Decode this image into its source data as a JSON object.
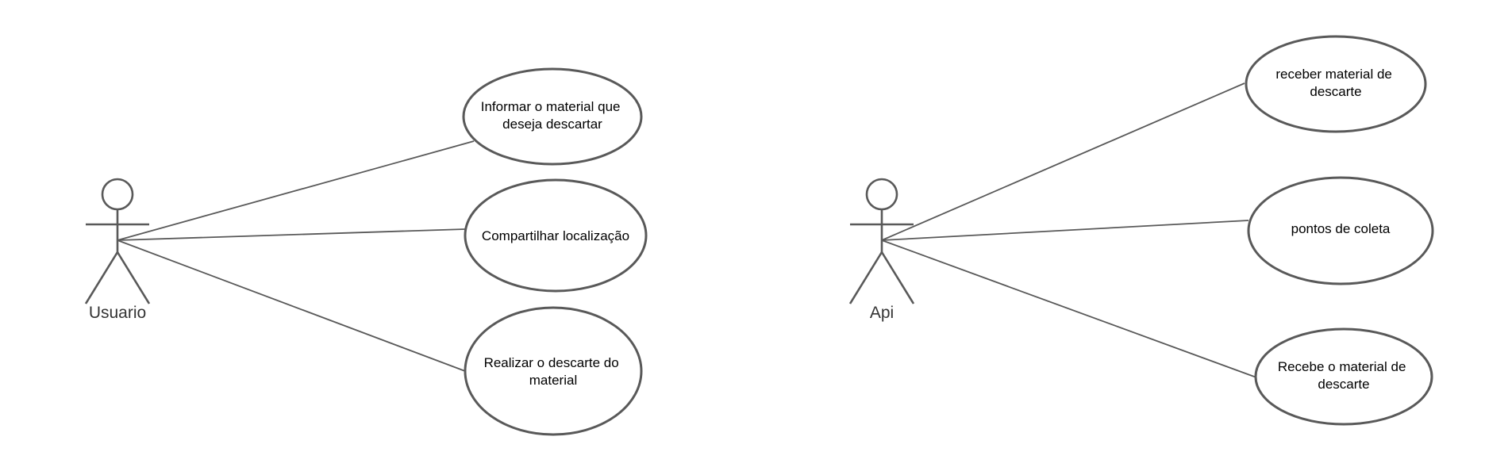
{
  "actors": [
    {
      "label": "Usuario",
      "use_cases": [
        [
          "Informar o material que",
          "deseja descartar"
        ],
        [
          "Compartilhar localização"
        ],
        [
          "Realizar o descarte do",
          "material"
        ]
      ]
    },
    {
      "label": "Api",
      "use_cases": [
        [
          "receber material de",
          "descarte"
        ],
        [
          "pontos de coleta"
        ],
        [
          "Recebe o material de",
          "descarte"
        ]
      ]
    }
  ]
}
